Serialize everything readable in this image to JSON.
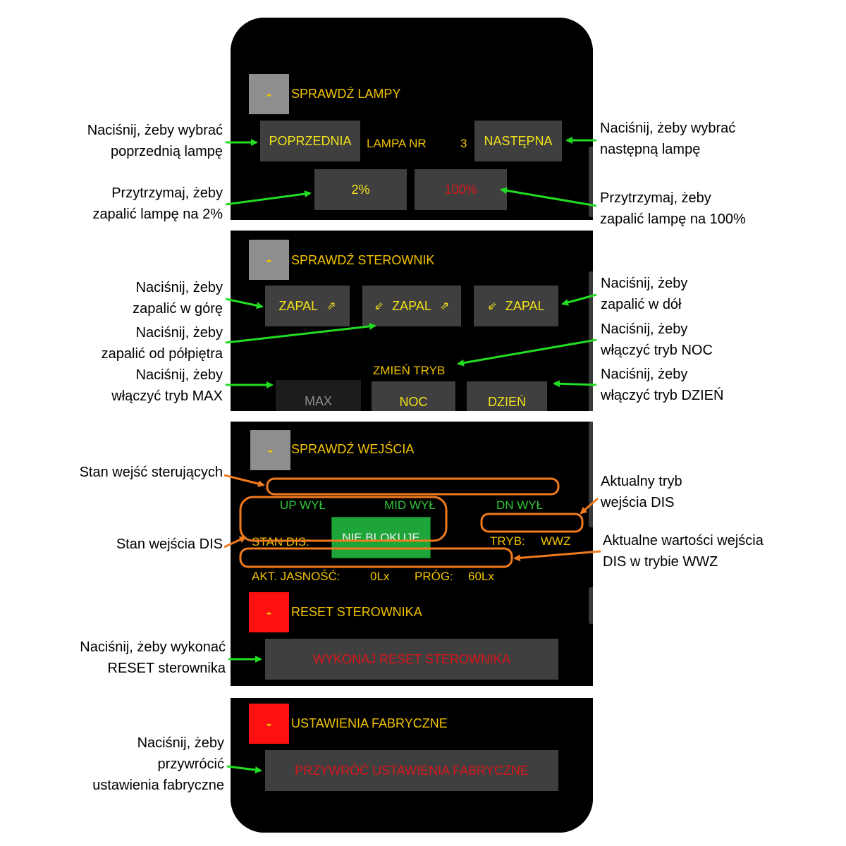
{
  "sections": {
    "lamps": {
      "toggle": "-",
      "title": "SPRAWDŹ LAMPY",
      "prev_label": "POPRZEDNIA",
      "lamp_nr_label": "LAMPA NR",
      "lamp_nr_value": "3",
      "next_label": "NASTĘPNA",
      "btn_2": "2%",
      "btn_100": "100%"
    },
    "controller": {
      "toggle": "-",
      "title": "SPRAWDŹ STEROWNIK",
      "ignite_up": "ZAPAL",
      "ignite_mid": "ZAPAL",
      "ignite_down": "ZAPAL",
      "arrow_ne": "⇗",
      "arrow_sw": "⇙",
      "mode_label": "ZMIEŃ TRYB",
      "mode_max": "MAX",
      "mode_noc": "NOC",
      "mode_dzien": "DZIEŃ"
    },
    "inputs": {
      "toggle": "-",
      "title": "SPRAWDŹ WEJŚCIA",
      "up": "UP WYŁ",
      "mid": "MID WYŁ",
      "dn": "DN WYŁ",
      "dis_label": "STAN DIS:",
      "dis_status": "NIE BLOKUJE",
      "tryb_label": "TRYB:",
      "tryb_value": "WWZ",
      "jasnosc_label": "AKT. JASNOŚĆ:",
      "jasnosc_value": "0Lx",
      "prog_label": "PRÓG:",
      "prog_value": "60Lx"
    },
    "reset": {
      "toggle": "-",
      "title": "RESET STEROWNIKA",
      "button": "WYKONAJ RESET STEROWNIKA"
    },
    "factory": {
      "toggle": "-",
      "title": "USTAWIENIA FABRYCZNE",
      "button": "PRZYWRÓĆ USTAWIENIA FABRYCZNE"
    }
  },
  "annotations": {
    "prev": [
      "Naciśnij, żeby wybrać",
      "poprzednią lampę"
    ],
    "next": [
      "Naciśnij, żeby wybrać",
      "następną lampę"
    ],
    "hold2": [
      "Przytrzymaj, żeby",
      "zapalić lampę na 2%"
    ],
    "hold100": [
      "Przytrzymaj, żeby",
      "zapalić lampę na 100%"
    ],
    "up": [
      "Naciśnij, żeby",
      "zapalić w górę"
    ],
    "down": [
      "Naciśnij, żeby",
      "zapalić w dół"
    ],
    "mid": [
      "Naciśnij, żeby",
      "zapalić od półpiętra"
    ],
    "noc": [
      "Naciśnij, żeby",
      "włączyć tryb NOC"
    ],
    "max": [
      "Naciśnij, żeby",
      "włączyć tryb MAX"
    ],
    "dzien": [
      "Naciśnij, żeby",
      "włączyć tryb DZIEŃ"
    ],
    "inputs_state": [
      "Stan wejść sterujących"
    ],
    "dis_mode": [
      "Aktualny tryb",
      "wejścia DIS"
    ],
    "dis_state": [
      "Stan wejścia DIS"
    ],
    "dis_values": [
      "Aktualne wartości wejścia",
      "DIS w trybie WWZ"
    ],
    "reset": [
      "Naciśnij, żeby wykonać",
      "RESET sterownika"
    ],
    "factory": [
      "Naciśnij, żeby",
      "przywrócić",
      "ustawienia fabryczne"
    ]
  },
  "colors": {
    "accent_yellow": "#f2c200",
    "status_green": "#1ea53a",
    "danger_red": "#ff1010",
    "arrow_green": "#22dd22",
    "arrow_orange": "#f07a1e"
  }
}
